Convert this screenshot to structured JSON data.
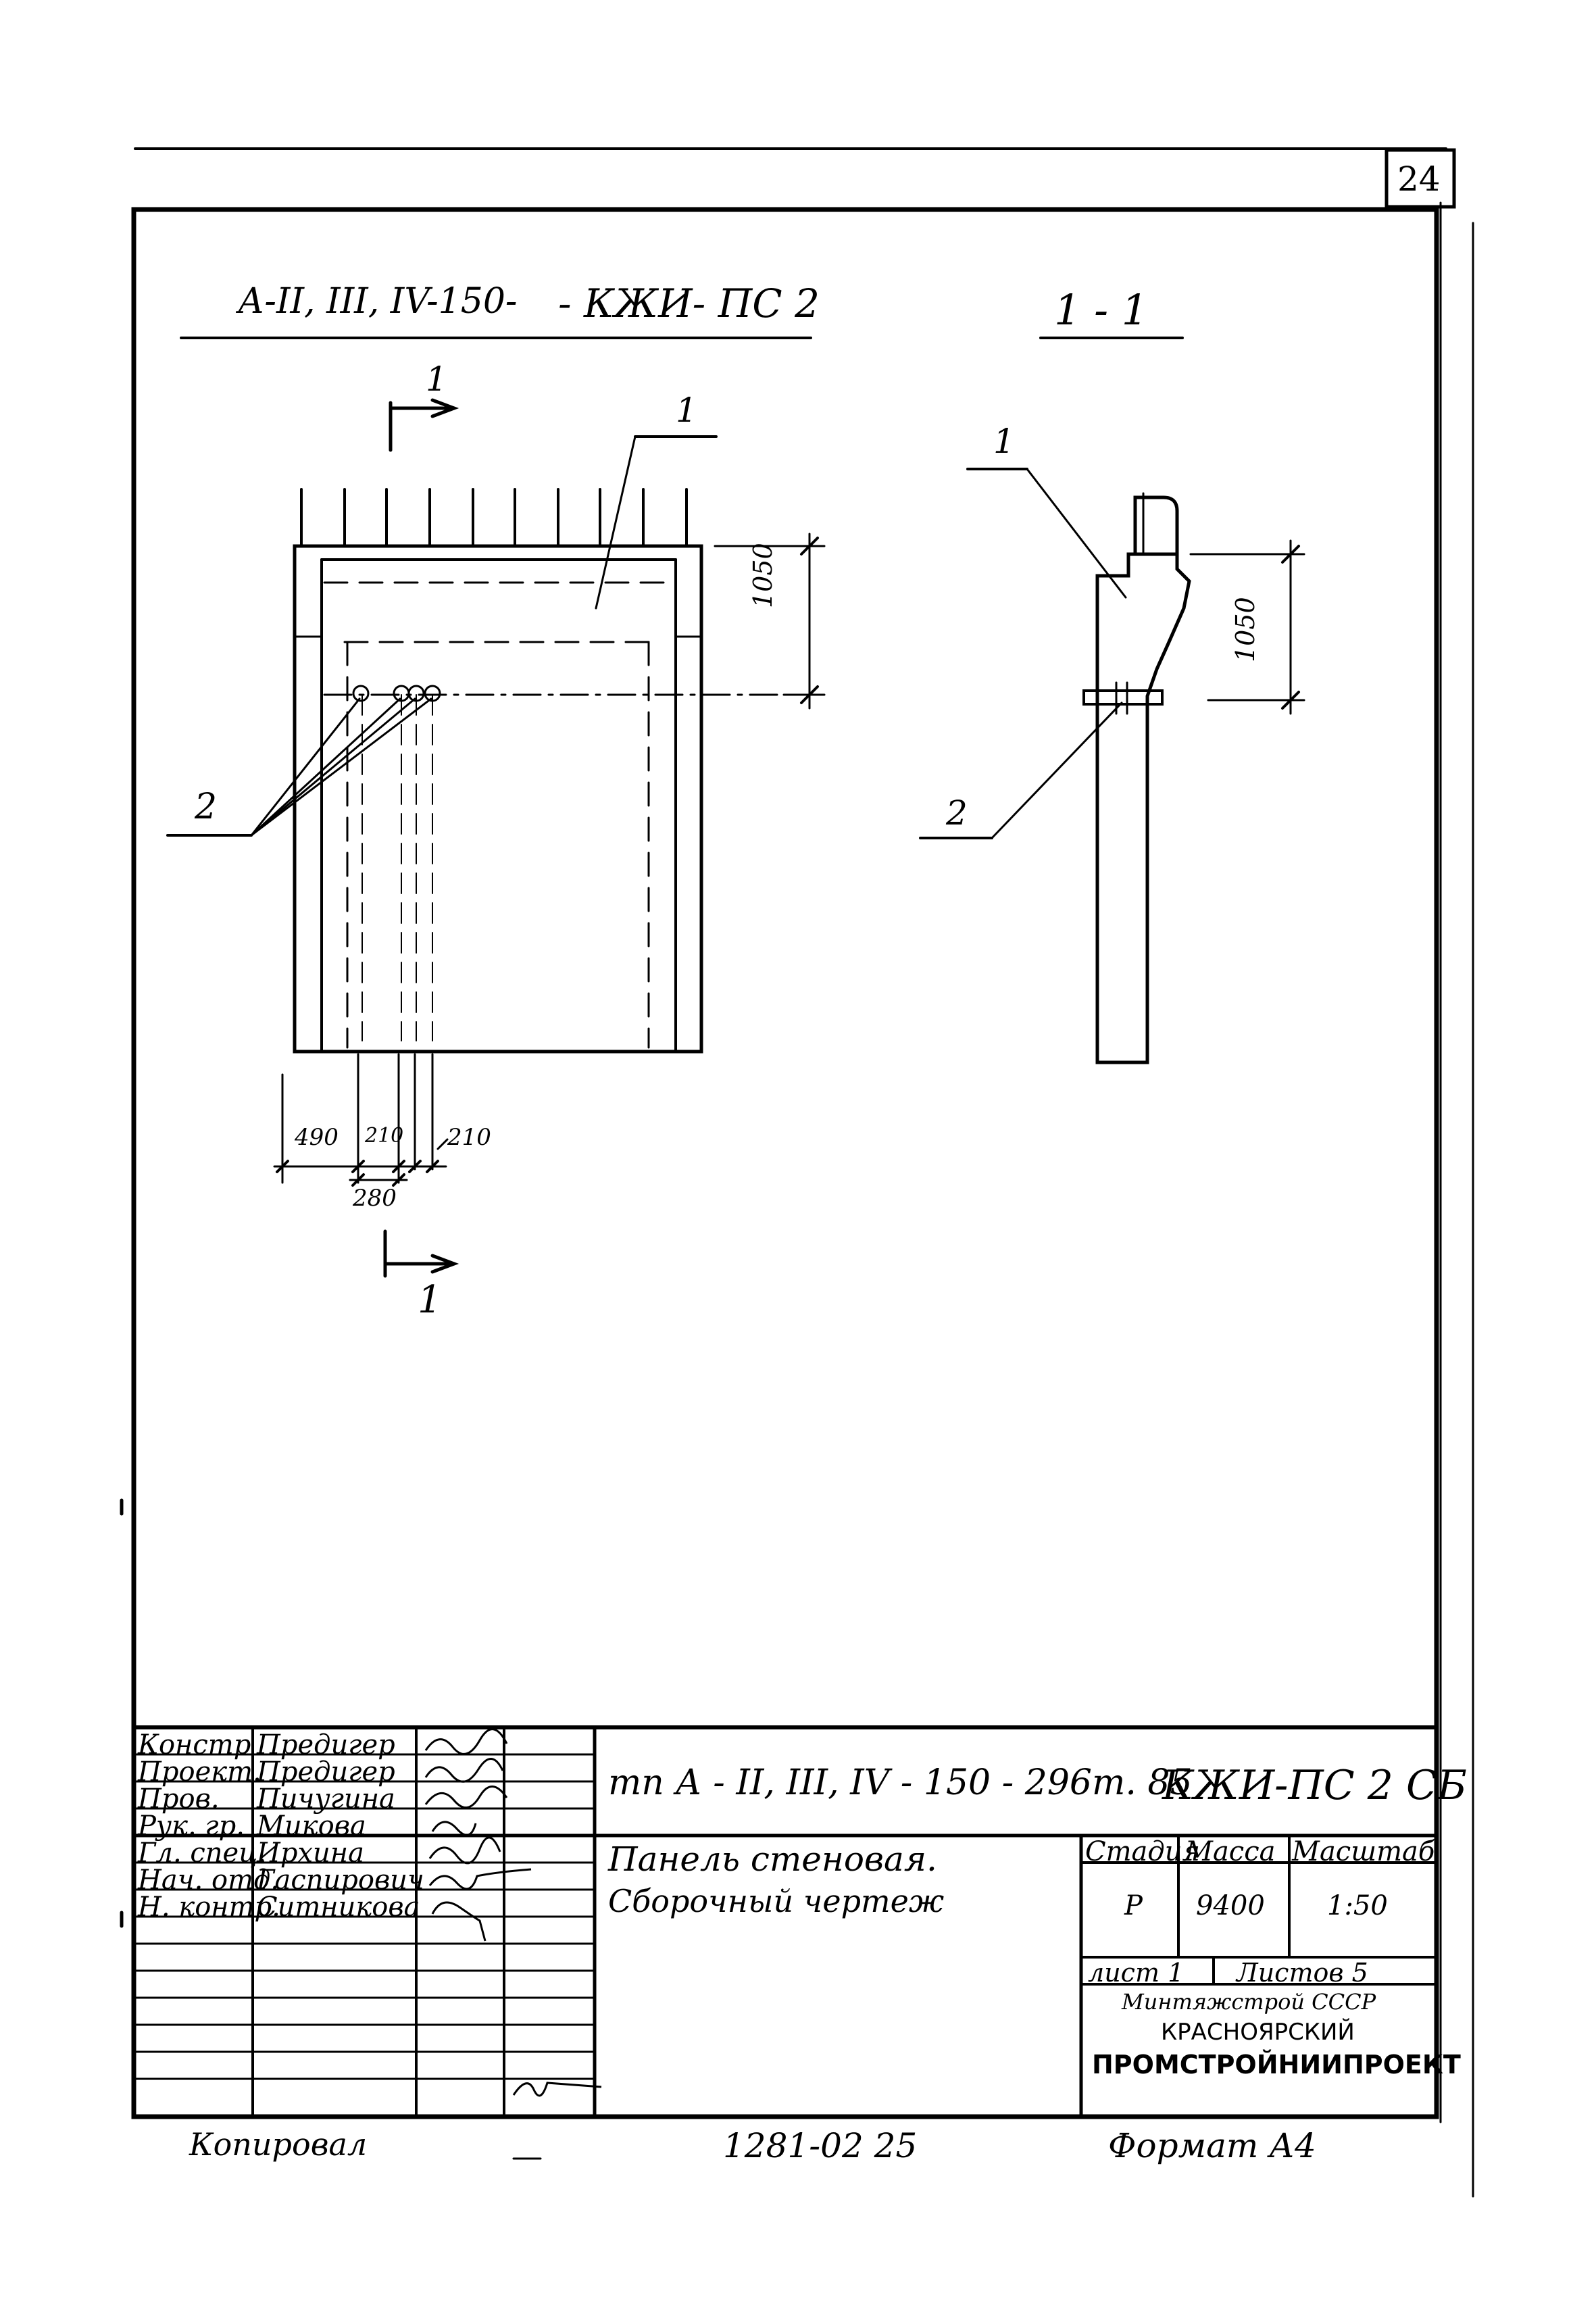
{
  "sheet_number": "24",
  "drawing": {
    "title_left": "А-II, III, IV-150-",
    "title_right": "- КЖИ- ПС 2",
    "section_title": "1 - 1",
    "section_mark_top": "1",
    "section_mark_bottom": "1",
    "callout_1_front": "1",
    "callout_2_front": "2",
    "callout_1_section": "1",
    "callout_2_section": "2",
    "dim_height_front": "1050",
    "dim_height_section": "1050",
    "dim_490": "490",
    "dim_210_a": "210",
    "dim_210_b": "210",
    "dim_280": "280"
  },
  "title_block": {
    "roles": [
      {
        "role": "Констр",
        "name": "Предигер"
      },
      {
        "role": "Проект.",
        "name": "Предигер"
      },
      {
        "role": "Пров.",
        "name": "Пичугина"
      },
      {
        "role": "Рук. гр.",
        "name": "Микова"
      },
      {
        "role": "Гл. спец.",
        "name": "Ирхина"
      },
      {
        "role": "Нач. отд.",
        "name": "Гаспирович"
      },
      {
        "role": "Н. контр.",
        "name": "Ситникова"
      }
    ],
    "project_code": "тп А - II, III, IV - 150 - 296т. 85",
    "doc_code": "КЖИ-ПС 2 СБ",
    "name_line1": "Панель стеновая.",
    "name_line2": "Сборочный чертеж",
    "stage_label": "Стадия",
    "mass_label": "Масса",
    "scale_label": "Масштаб",
    "stage_value": "Р",
    "mass_value": "9400",
    "scale_value": "1:50",
    "sheet_label": "лист 1",
    "sheets_label": "Листов 5",
    "org_line1": "Минтяжстрой СССР",
    "org_line2": "КРАСНОЯРСКИЙ",
    "org_line3": "ПРОМСТРОЙНИИПРОЕКТ"
  },
  "footer": {
    "copied_label": "Копировал",
    "archive_number": "1281-02  25",
    "format_label": "Формат  А4"
  }
}
